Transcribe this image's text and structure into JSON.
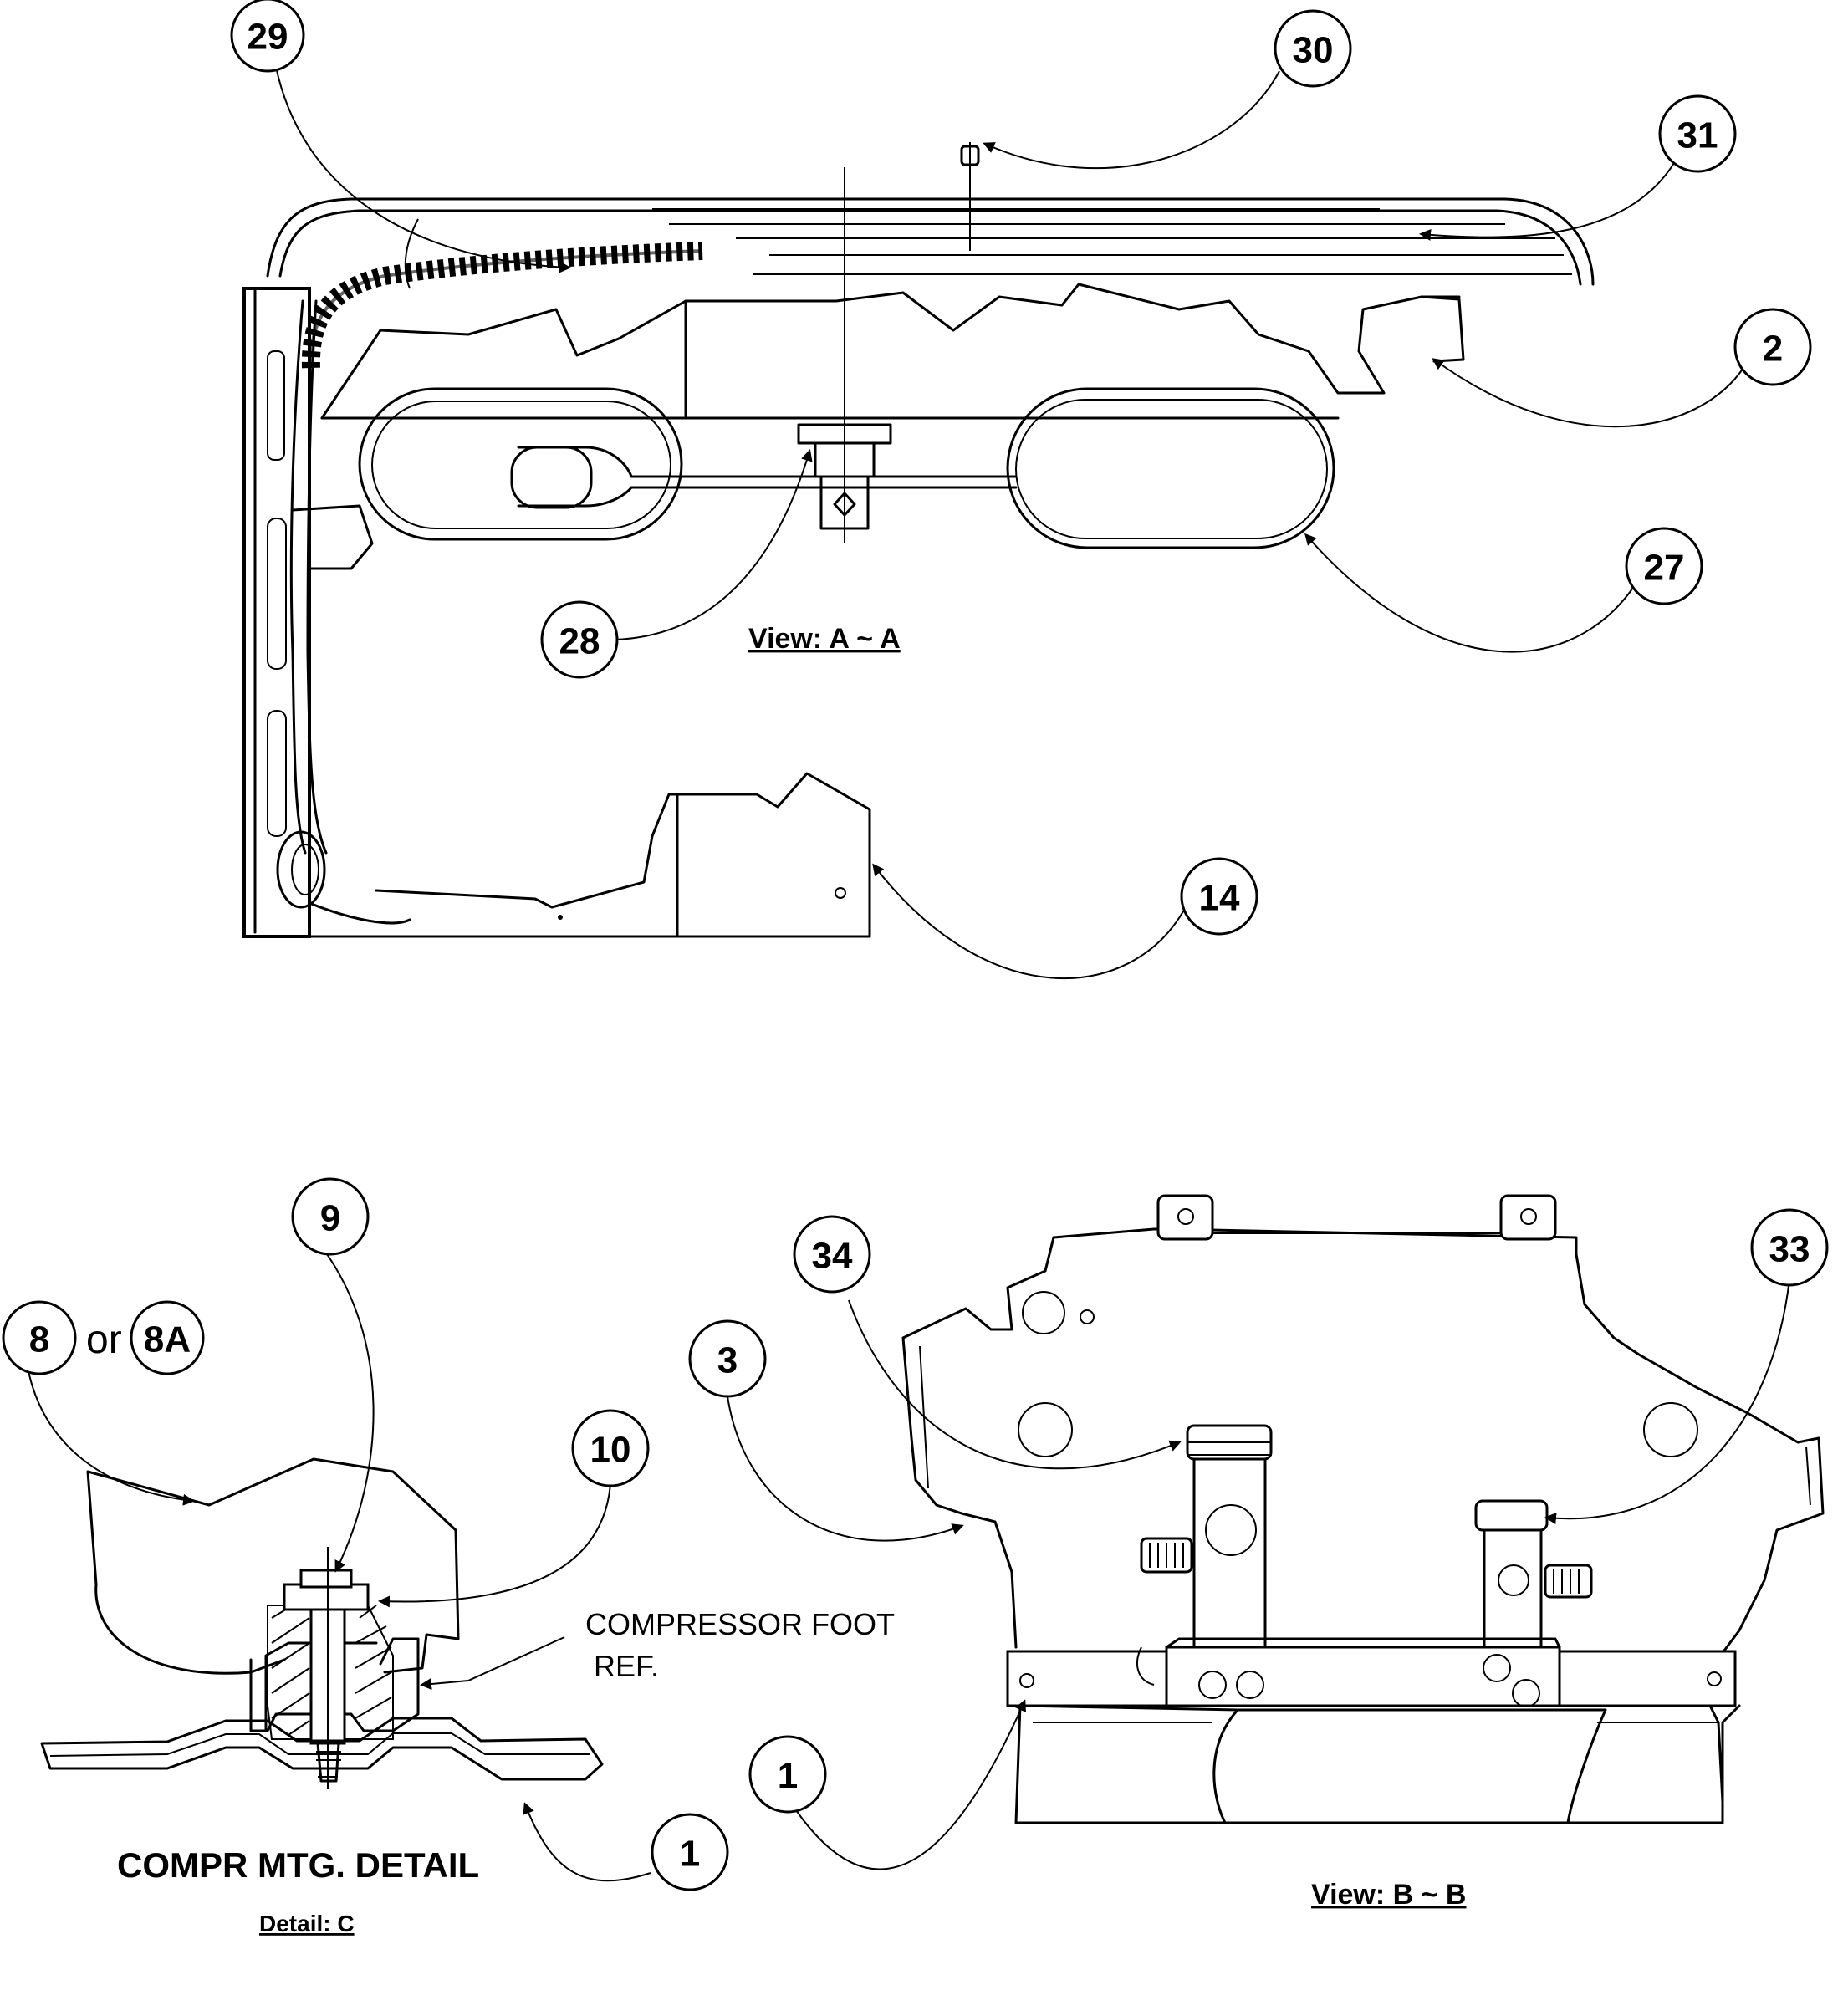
{
  "callouts": {
    "c29": "29",
    "c30": "30",
    "c31": "31",
    "c2": "2",
    "c27": "27",
    "c28": "28",
    "c14": "14",
    "c9": "9",
    "c8": "8",
    "c8a": "8A",
    "c10": "10",
    "c1_detail": "1",
    "c34": "34",
    "c33": "33",
    "c3": "3",
    "c1_view": "1"
  },
  "labels": {
    "or_word": "or",
    "view_a": "View: A ~ A",
    "view_b": "View: B ~ B",
    "compressor_foot_line1": "COMPRESSOR FOOT",
    "compressor_foot_line2": "REF.",
    "compr_mtg_detail": "COMPR MTG. DETAIL",
    "detail_c": "Detail: C"
  }
}
